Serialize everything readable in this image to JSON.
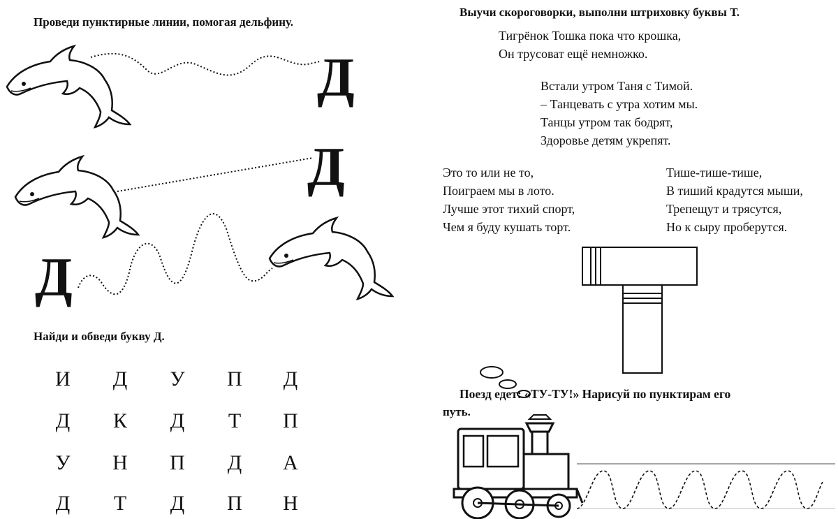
{
  "left": {
    "dolphin_task": {
      "heading": "Проведи пунктирные линии, помогая дельфину.",
      "letters": [
        "Д",
        "Д",
        "Д"
      ],
      "icon": "dolphin-icon"
    },
    "grid_task": {
      "heading": "Найди и обведи букву Д.",
      "rows": [
        [
          "И",
          "Д",
          "У",
          "П",
          "Д"
        ],
        [
          "Д",
          "К",
          "Д",
          "Т",
          "П"
        ],
        [
          "У",
          "Н",
          "П",
          "Д",
          "А"
        ],
        [
          "Д",
          "Т",
          "Д",
          "П",
          "Н"
        ]
      ]
    }
  },
  "right": {
    "tongue_twisters": {
      "heading": "Выучи скороговорки, выполни штриховку буквы Т.",
      "poem1": [
        "Тигрёнок Тошка пока что крошка,",
        "Он трусоват ещё немножко."
      ],
      "poem2": [
        "Встали утром Таня с Тимой.",
        "– Танцевать с утра хотим мы.",
        "Танцы утром так бодрят,",
        "Здоровье детям укрепят."
      ],
      "poem3": [
        "Это то или не то,",
        "Поиграем мы в лото.",
        "Лучше этот тихий спорт,",
        "Чем я буду кушать торт."
      ],
      "poem4": [
        "Тише-тише-тише,",
        "В тиший крадутся мыши,",
        "Трепещут и трясутся,",
        "Но к сыру проберутся."
      ],
      "letter_outline": "Т"
    },
    "train_task": {
      "heading_line1": "Поезд едет: «ТУ-ТУ!» Нарисуй по пунктирам его",
      "heading_line2": "путь.",
      "icon": "locomotive-icon"
    }
  }
}
